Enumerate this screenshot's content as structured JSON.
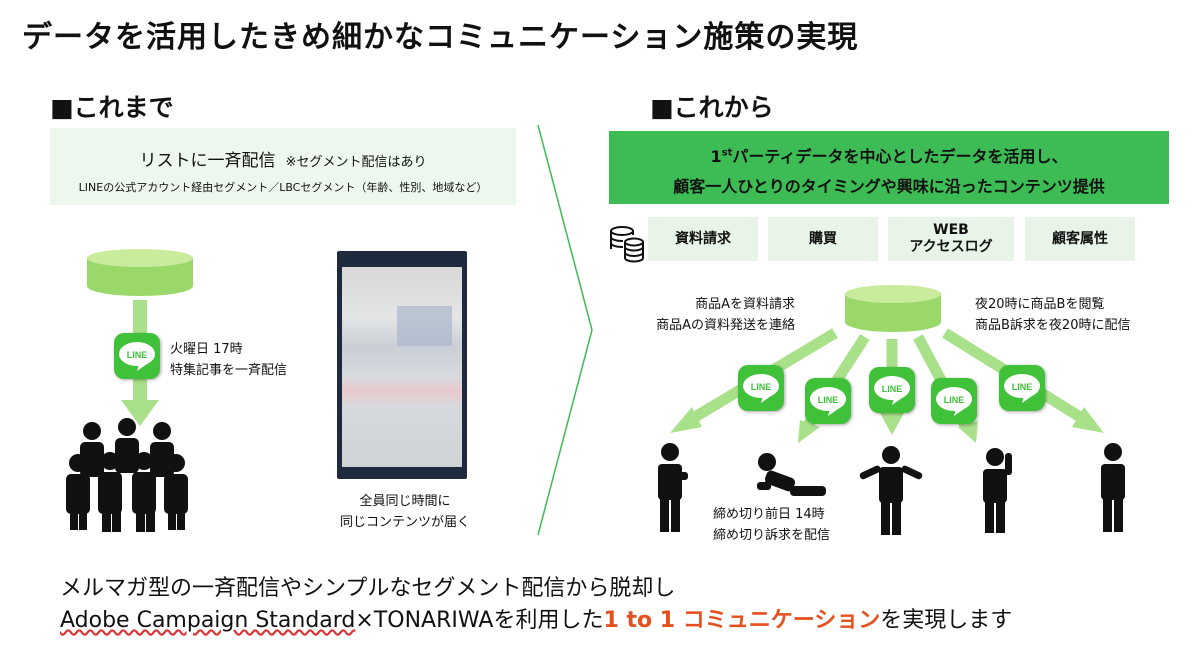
{
  "title": "データを活用したきめ細かなコミュニケーション施策の実現",
  "before": {
    "heading": "■これまで",
    "box_line1": "リストに一斉配信",
    "box_note": "※セグメント配信はあり",
    "box_line2": "LINEの公式アカウント経由セグメント／LBCセグメント（年齢、性別、地域など）",
    "send_time": "火曜日 17時",
    "send_desc": "特集記事を一斉配信",
    "phone_caption_1": "全員同じ時間に",
    "phone_caption_2": "同じコンテンツが届く",
    "line_label": "LINE"
  },
  "after": {
    "heading": "■これから",
    "banner_line1_prefix": "1",
    "banner_line1_sup": "st",
    "banner_line1_rest": "パーティデータを中心としたデータを活用し、",
    "banner_line2": "顧客一人ひとりのタイミングや興味に沿ったコンテンツ提供",
    "categories": [
      "資料請求",
      "購買",
      "WEB\nアクセスログ",
      "顧客属性"
    ],
    "left_note_1": "商品Aを資料請求",
    "left_note_2": "商品Aの資料発送を連絡",
    "right_note_1": "夜20時に商品Bを閲覧",
    "right_note_2": "商品B訴求を夜20時に配信",
    "bottom_note_1": "締め切り前日 14時",
    "bottom_note_2": "締め切り訴求を配信",
    "line_label": "LINE"
  },
  "bottom": {
    "line1": "メルマガ型の一斉配信やシンプルなセグメント配信から脱却し",
    "line2_a": "Adobe Campaign Standard",
    "line2_b": "×TONARIWAを利用した",
    "line2_accent": "1 to 1 コミュニケーション",
    "line2_c": "を実現します"
  },
  "colors": {
    "green": "#3dbb55",
    "light_green": "#a9e08a",
    "accent": "#e4501e"
  }
}
